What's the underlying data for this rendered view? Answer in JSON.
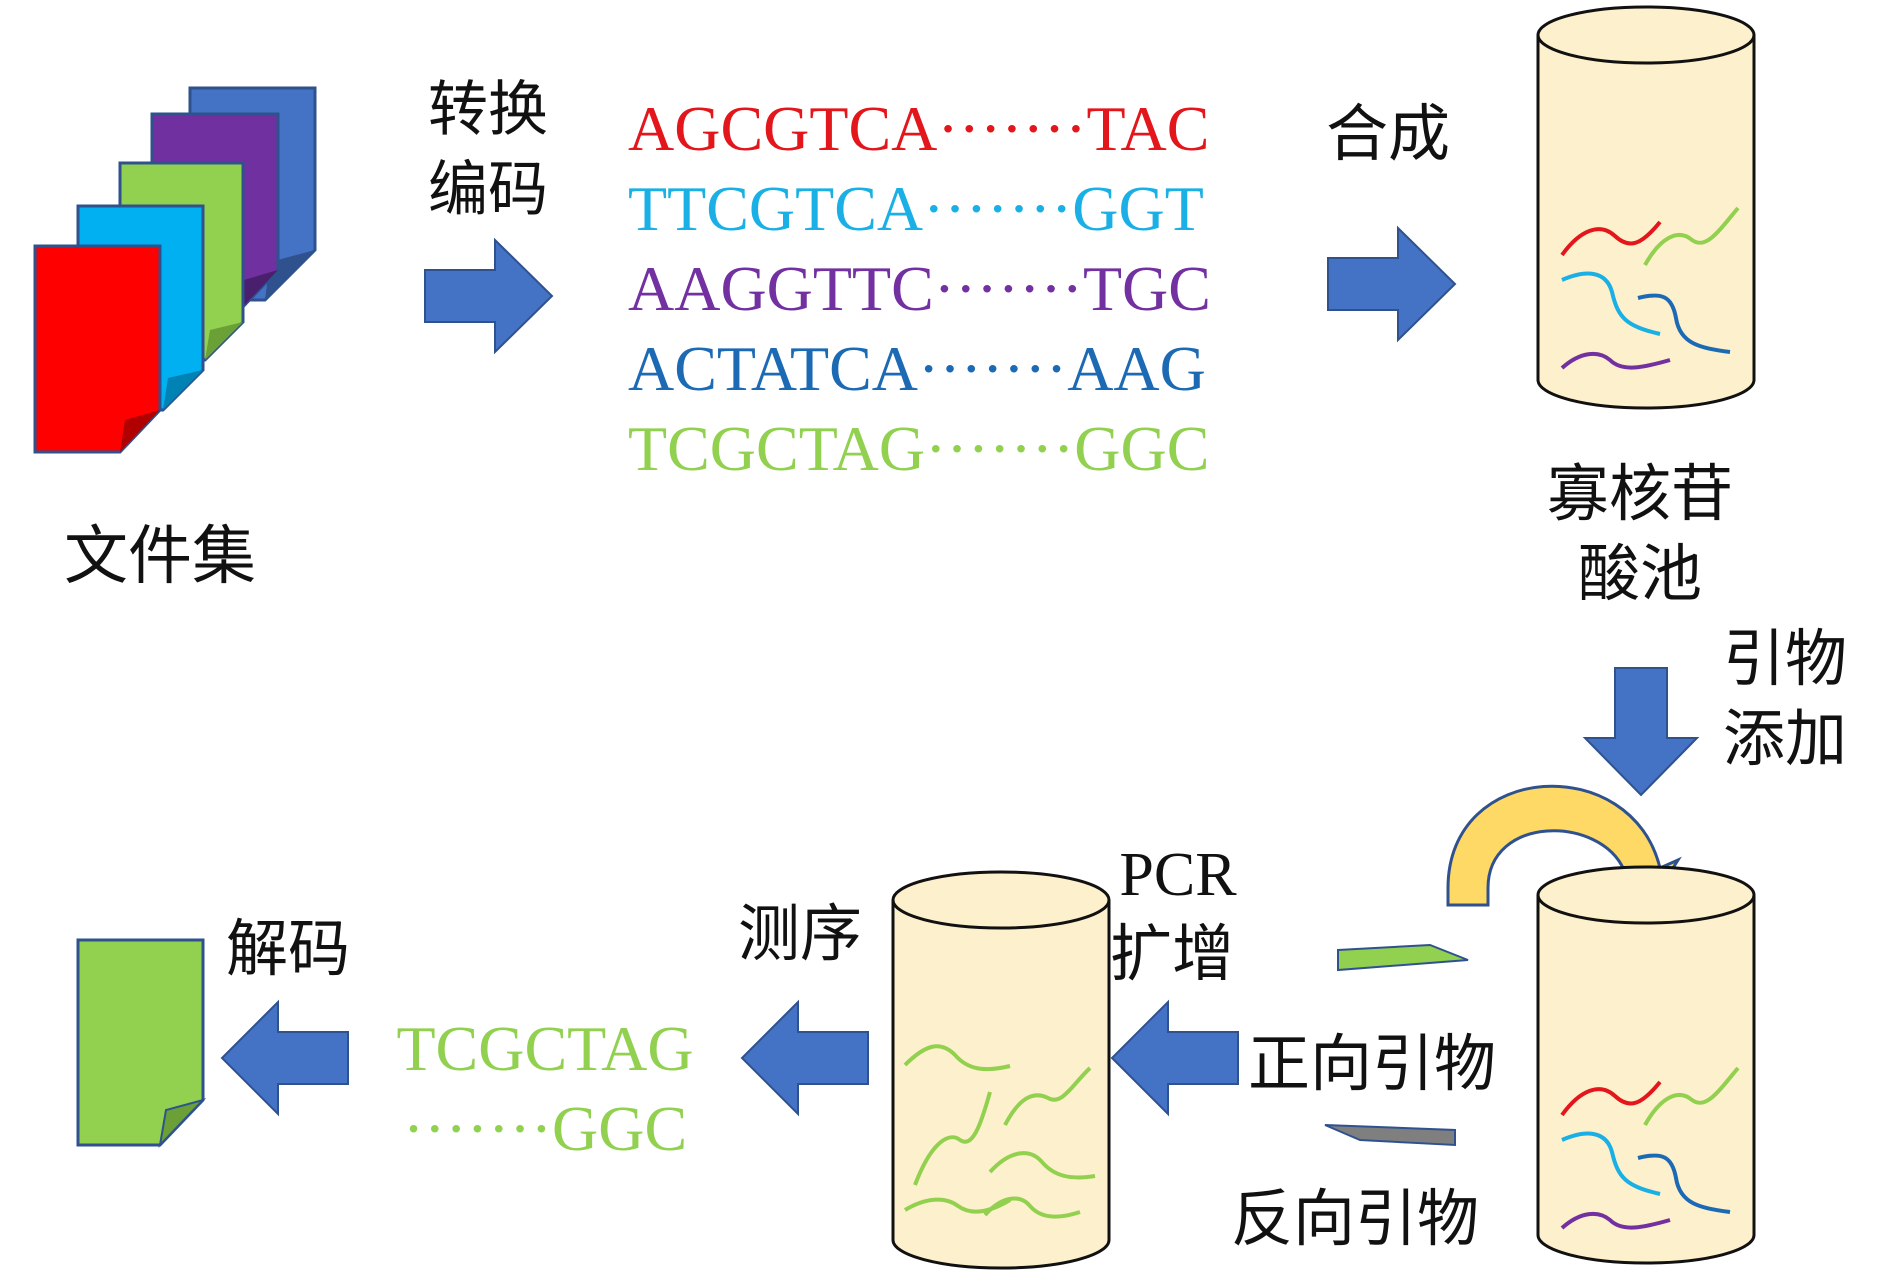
{
  "labels": {
    "file_set": "文件集",
    "convert_line1": "转换",
    "convert_line2": "编码",
    "synthesis": "合成",
    "pool_line1": "寡核苷",
    "pool_line2": "酸池",
    "primer_add_line1": "引物",
    "primer_add_line2": "添加",
    "pcr_line1": "PCR",
    "pcr_line2": "扩增",
    "forward_primer": "正向引物",
    "reverse_primer": "反向引物",
    "sequencing": "测序",
    "decoding": "解码"
  },
  "sequences": [
    {
      "text": "AGCGTCA·······TAC",
      "color": "#e3161b"
    },
    {
      "text": "TTCGTCA·······GGT",
      "color": "#1ab0e6"
    },
    {
      "text": "AAGGTTC·······TGC",
      "color": "#7330a0"
    },
    {
      "text": "ACTATCA·······AAG",
      "color": "#1d6ab4"
    },
    {
      "text": "TCGCTAG·······GGC",
      "color": "#92d050"
    }
  ],
  "decoded_sequence": {
    "line1": "TCGCTAG",
    "line2": "·······GGC",
    "color": "#92d050"
  },
  "colors": {
    "arrow_blue": "#4472c4",
    "arrow_outline": "#2f528f",
    "cylinder_fill": "#fdf0cc",
    "curved_arrow": "#ffd966",
    "file_red": "#ff0000",
    "file_cyan": "#00b0f0",
    "file_green": "#92d050",
    "file_purple": "#7030a0",
    "file_blue": "#4472c4",
    "strand_red": "#e3161b",
    "strand_green": "#92d050",
    "strand_cyan": "#1ab0e6",
    "strand_blue": "#1d6ab4",
    "strand_purple": "#7330a0",
    "reverse_primer": "#7f7f7f"
  }
}
